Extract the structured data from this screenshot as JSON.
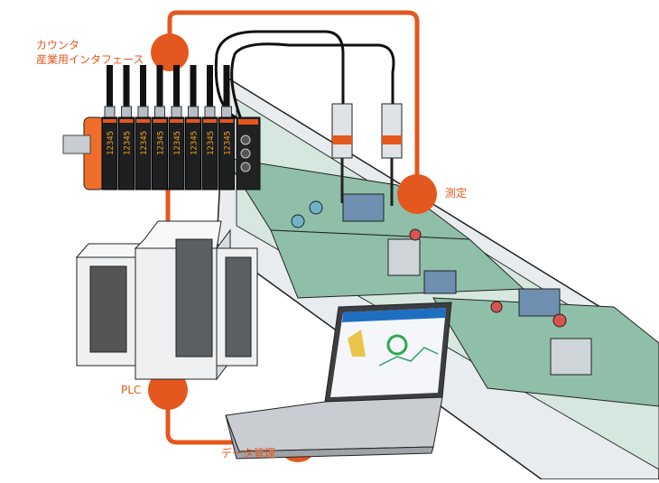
{
  "diagram": {
    "accent_color": "#e4571e",
    "nodes": [
      {
        "id": "counter",
        "label_lines": [
          "カウンタ",
          "産業用インタフェース"
        ]
      },
      {
        "id": "measurement",
        "label": "測定"
      },
      {
        "id": "plc",
        "label": "PLC"
      },
      {
        "id": "data_management",
        "label": "データ管理"
      }
    ],
    "counter_display_value": "12345",
    "counter_unit_count": 8
  }
}
